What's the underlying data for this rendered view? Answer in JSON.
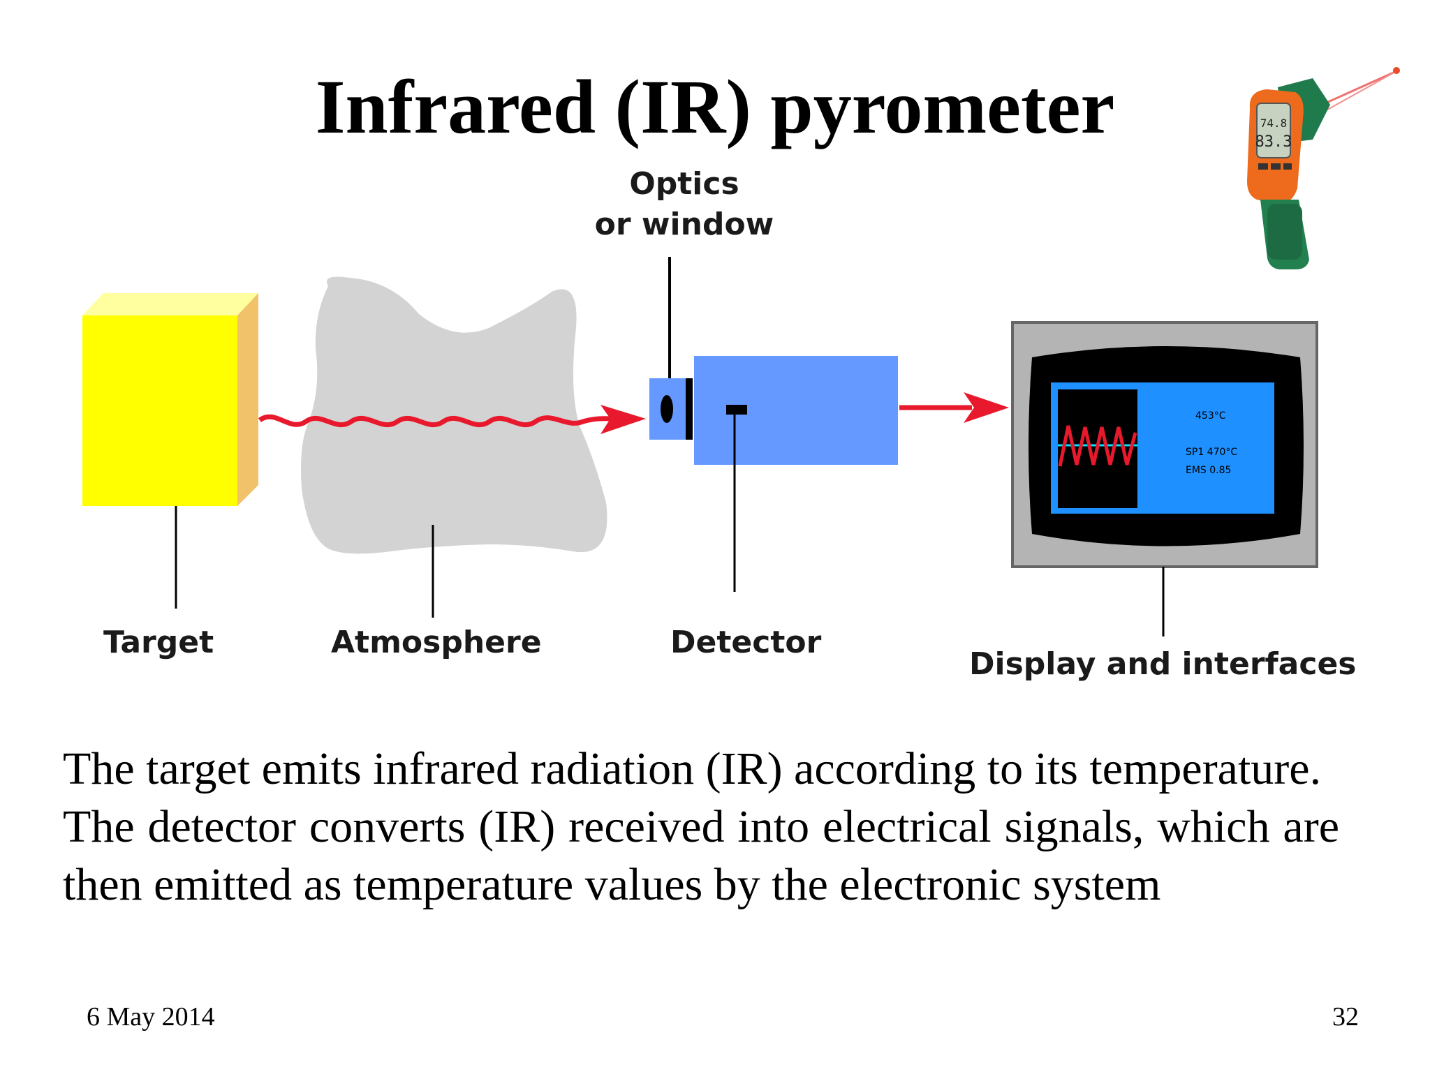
{
  "slide": {
    "title": "Infrared (IR) pyrometer",
    "date": "6 May 2014",
    "page_number": "32"
  },
  "diagram": {
    "labels": {
      "optics_line1": "Optics",
      "optics_line2": "or window",
      "target": "Target",
      "atmosphere": "Atmosphere",
      "detector": "Detector",
      "display": "Display and interfaces"
    },
    "screen": {
      "reading": "453°C",
      "sp_line": "SP1  470°C",
      "ems_line": "EMS    0.85"
    },
    "thermometer_display": {
      "top_value": "74.8",
      "main_value": "83.3"
    },
    "colors": {
      "target_front": "#ffff00",
      "target_side": "#f2c26a",
      "atmosphere": "#d3d3d3",
      "detector_body": "#6699ff",
      "ir_ray": "#e8192c",
      "screen_bg": "#1e90ff"
    }
  },
  "text": {
    "paragraph1": "The target emits infrared radiation (IR) according to its temperature.",
    "paragraph2": "The detector converts (IR) received into electrical signals, which are then emitted as temperature values by the electronic system"
  }
}
